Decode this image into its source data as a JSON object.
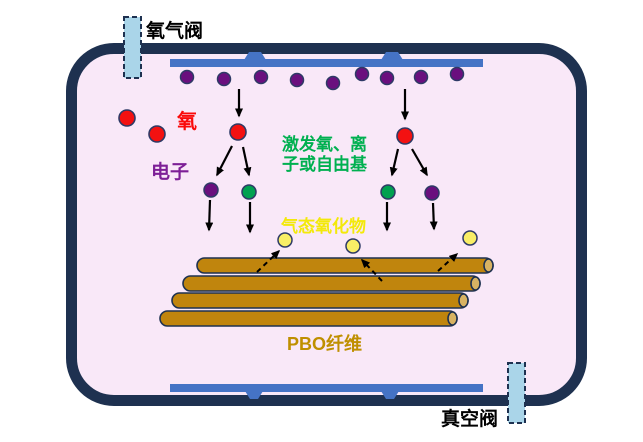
{
  "colors": {
    "chamber-border": "#1e3150",
    "chamber-fill": "#f9e8f8",
    "electrode-blue": "#4573c5",
    "valve-fill": "#aad5e9",
    "red-dot": "#f31111",
    "purple-dot": "#6a0f7e",
    "green-dot": "#00a150",
    "yellow-dot": "#f9ee66",
    "rod-fill": "#c0850d",
    "rod-cap": "#d8b363",
    "dot-stroke": "#2e3a66",
    "arrow-black": "#000000",
    "text-black": "#000000",
    "text-red": "#fa0a0a",
    "text-purple": "#7d1f96",
    "text-green": "#00b050",
    "text-yellow": "#f3e90a",
    "text-gold": "#bf8f00"
  },
  "labels": {
    "oxygen_valve": "氧气阀",
    "vacuum_valve": "真空阀",
    "oxygen": "氧",
    "electron": "电子",
    "excited_line1": "激发氧、离",
    "excited_line2": "子或自由基",
    "gaseous_oxide": "气态氧化物",
    "pbo_fiber": "PBO纤维"
  }
}
